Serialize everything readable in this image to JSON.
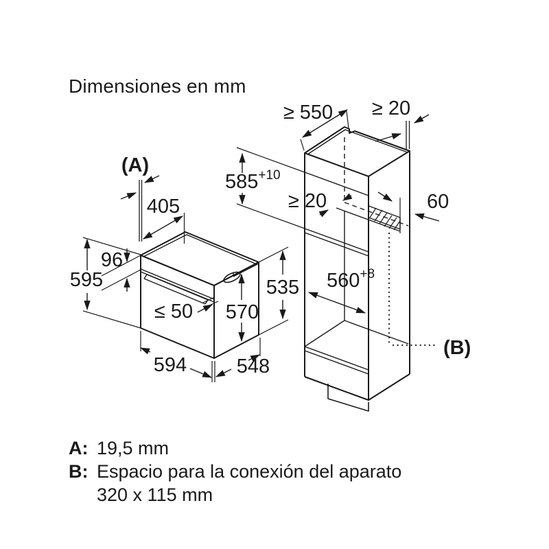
{
  "title": "Dimensiones en mm",
  "colors": {
    "line": "#1a1a1a",
    "background": "#ffffff"
  },
  "oven": {
    "labels": {
      "trim": "(A)",
      "depth_top": "405",
      "panel_height": "96",
      "height": "595",
      "handle_offset": "≤ 50",
      "door_height": "570",
      "width": "594",
      "depth": "548",
      "side_height": "535"
    }
  },
  "cabinet": {
    "labels": {
      "top_depth": "≥ 550",
      "wall_gap": "≥ 20",
      "niche_height": "585",
      "niche_height_tol": "+10",
      "shelf_gap": "≥ 20",
      "vent_depth": "60",
      "niche_width": "560",
      "niche_width_tol": "+8",
      "connection": "(B)"
    }
  },
  "legend": {
    "a_key": "A:",
    "a_value": "19,5 mm",
    "b_key": "B:",
    "b_value": "Espacio para la conexión del aparato",
    "b_value2": "320 x 115 mm"
  }
}
